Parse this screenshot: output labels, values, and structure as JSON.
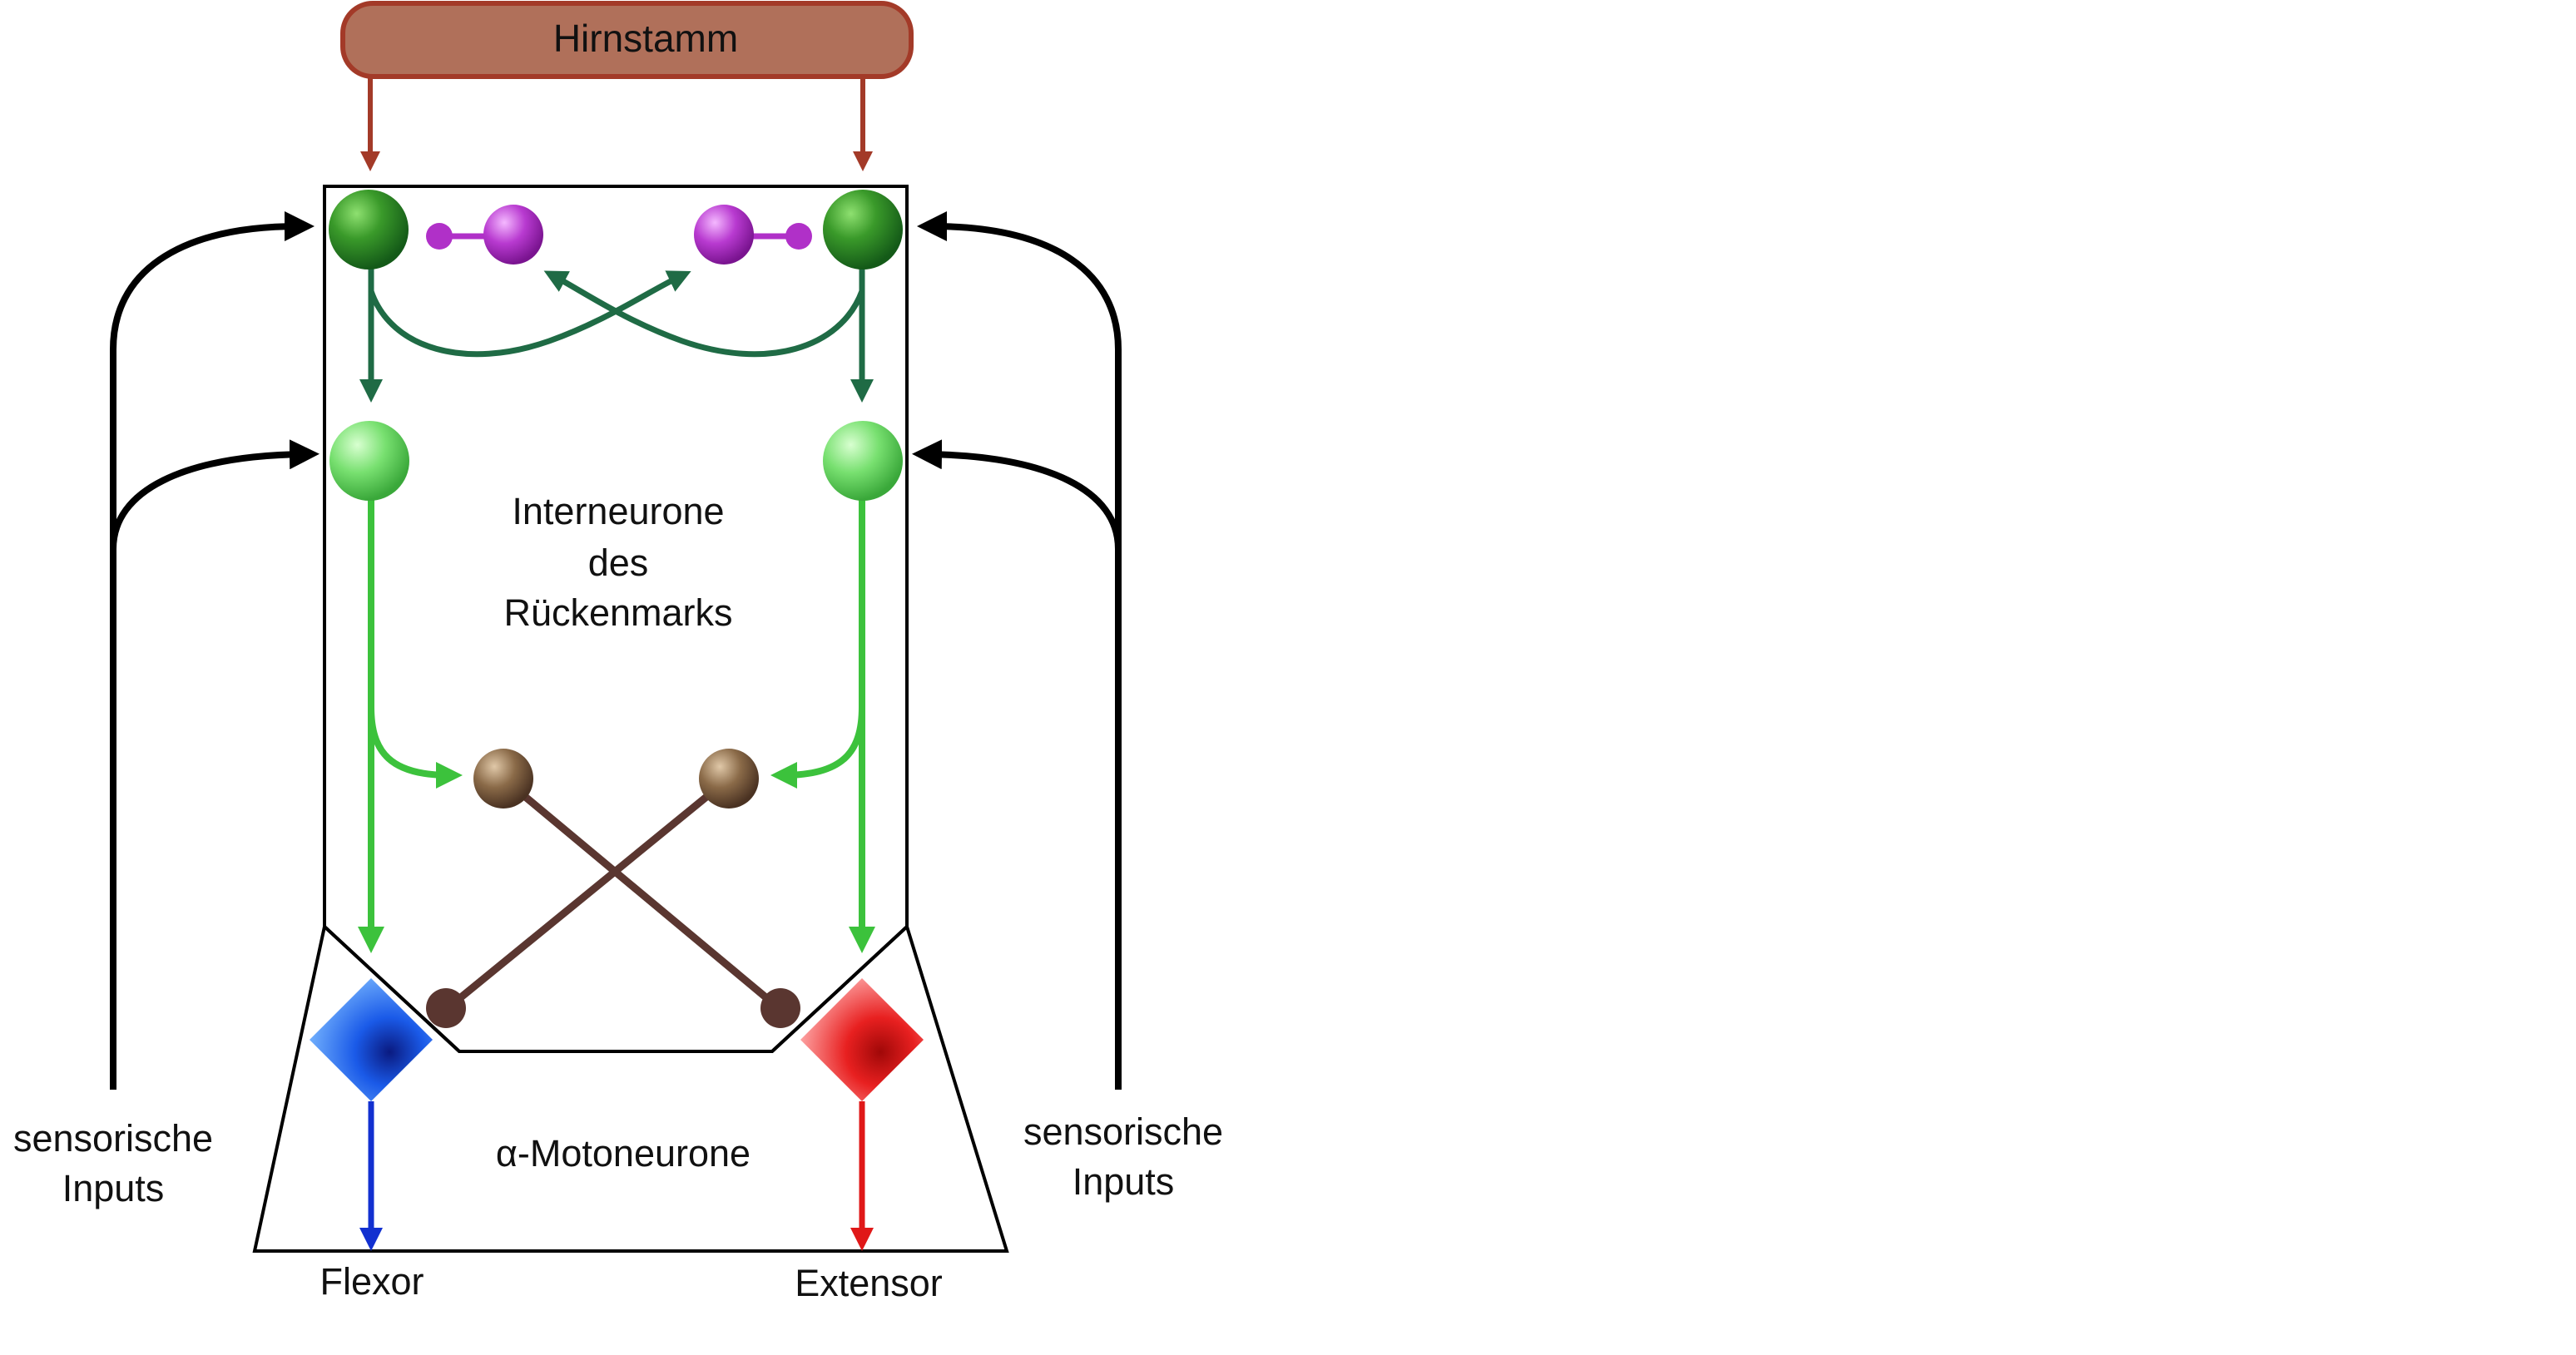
{
  "title_box": {
    "label": "Hirnstamm"
  },
  "labels": {
    "interneurons_line1": "Interneurone",
    "interneurons_line2": "des",
    "interneurons_line3": "Rückenmarks",
    "motoneurons": "α-Motoneurone",
    "flexor": "Flexor",
    "extensor": "Extensor",
    "sensory_left_line1": "sensorische",
    "sensory_left_line2": "Inputs",
    "sensory_right_line1": "sensorische",
    "sensory_right_line2": "Inputs"
  },
  "colors": {
    "brainstem_fill": "#b0705a",
    "brainstem_stroke": "#a33a28",
    "dark_green": "#1f6b45",
    "light_green": "#3cc23c",
    "purple": "#b030c8",
    "brown": "#5a3630",
    "flexor_blue": "#1230d0",
    "extensor_red": "#e01818",
    "sensory_black": "#000000"
  }
}
